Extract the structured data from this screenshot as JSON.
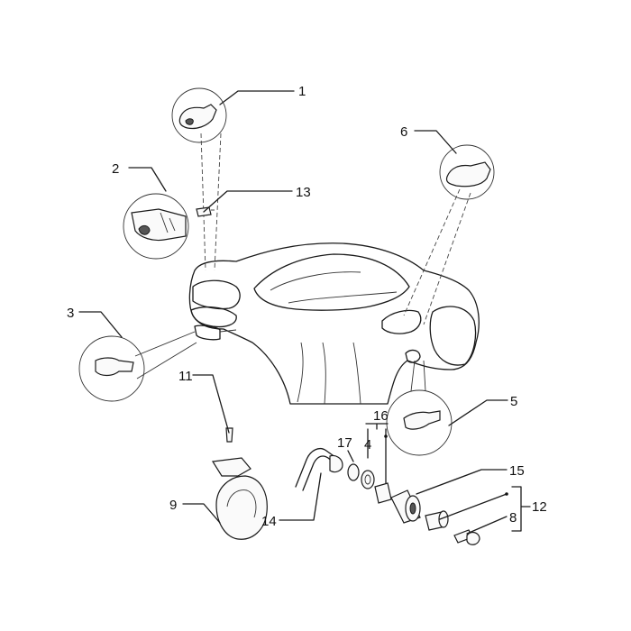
{
  "callouts": [
    {
      "id": "1",
      "label": "1"
    },
    {
      "id": "2",
      "label": "2"
    },
    {
      "id": "3",
      "label": "3"
    },
    {
      "id": "4",
      "label": "4"
    },
    {
      "id": "5",
      "label": "5"
    },
    {
      "id": "6",
      "label": "6"
    },
    {
      "id": "8",
      "label": "8"
    },
    {
      "id": "9",
      "label": "9"
    },
    {
      "id": "11",
      "label": "11"
    },
    {
      "id": "12",
      "label": "12"
    },
    {
      "id": "13",
      "label": "13"
    },
    {
      "id": "14",
      "label": "14"
    },
    {
      "id": "15",
      "label": "15"
    },
    {
      "id": "16",
      "label": "16"
    },
    {
      "id": "17",
      "label": "17"
    }
  ]
}
